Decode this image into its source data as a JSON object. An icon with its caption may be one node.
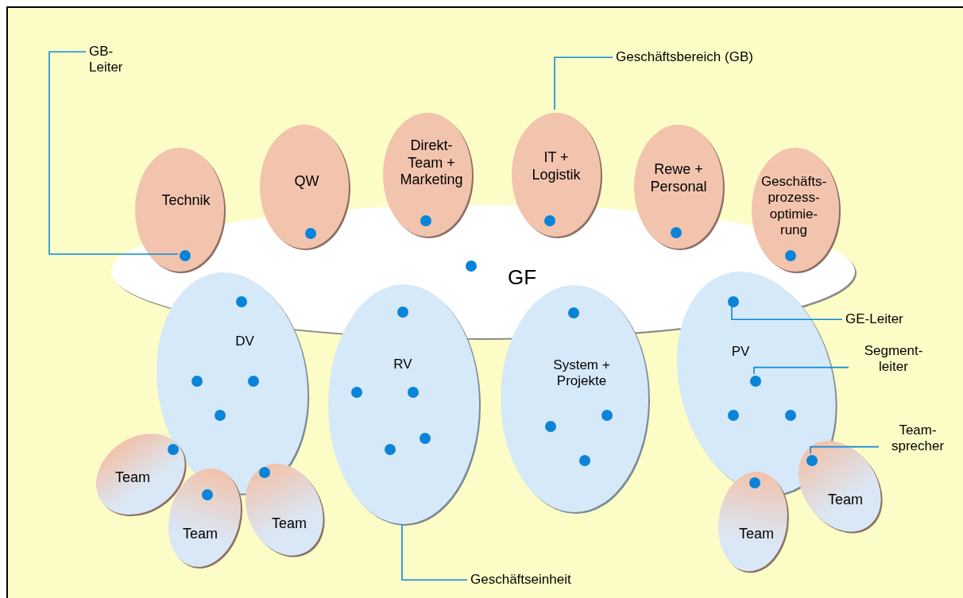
{
  "diagram": {
    "nodes": [
      {
        "text": [
          "GF"
        ]
      },
      {
        "text": [
          "Technik"
        ]
      },
      {
        "text": [
          "QW"
        ]
      },
      {
        "text": [
          "Direkt- Team + Marketing"
        ]
      },
      {
        "text": [
          "IT + Logistik"
        ]
      },
      {
        "text": [
          "Rewe + Personal"
        ]
      },
      {
        "text": [
          "Geschäfts- prozess- optimie- rung"
        ]
      },
      {
        "text": [
          "DV"
        ]
      },
      {
        "text": [
          "RV"
        ]
      },
      {
        "text": [
          "System + Projekte"
        ]
      },
      {
        "text": [
          "PV"
        ]
      },
      {
        "text": [
          "Team"
        ]
      },
      {
        "text": [
          "Team"
        ]
      },
      {
        "text": [
          "Team"
        ]
      },
      {
        "text": [
          "Team"
        ]
      },
      {
        "text": [
          "Team"
        ]
      },
      {
        "text": [
          "GB- Leiter"
        ]
      },
      {
        "text": [
          "Geschäftsbereich (GB)"
        ]
      },
      {
        "text": [
          "GE-Leiter"
        ]
      },
      {
        "text": [
          "Segment- leiter"
        ]
      },
      {
        "text": [
          "Team- sprecher"
        ]
      },
      {
        "text": [
          "Geschäftseinheit"
        ]
      },
      {
        "text": [],
        "shape": "circle"
      },
      {
        "text": [],
        "shape": "circle"
      },
      {
        "text": [],
        "shape": "circle"
      },
      {
        "text": [],
        "shape": "circle"
      },
      {
        "text": [],
        "shape": "circle"
      },
      {
        "text": [],
        "shape": "circle"
      },
      {
        "text": [],
        "shape": "circle",
        "in": 0
      },
      {
        "text": [],
        "shape": "circle"
      },
      {
        "text": [],
        "shape": "circle",
        "in": 7
      },
      {
        "text": [],
        "shape": "circle",
        "in": 7
      },
      {
        "text": [],
        "shape": "circle",
        "in": 7
      },
      {
        "text": [],
        "shape": "circle"
      },
      {
        "text": [],
        "shape": "circle",
        "in": 8
      },
      {
        "text": [],
        "shape": "circle",
        "in": 8
      },
      {
        "text": [],
        "shape": "circle",
        "in": 8
      },
      {
        "text": [],
        "shape": "circle",
        "in": 8
      },
      {
        "text": [],
        "shape": "circle"
      },
      {
        "text": [],
        "shape": "circle",
        "in": 9
      },
      {
        "text": [],
        "shape": "circle",
        "in": 9
      },
      {
        "text": [],
        "shape": "circle",
        "in": 9
      },
      {
        "text": [],
        "shape": "circle"
      },
      {
        "text": [],
        "shape": "circle",
        "in": 10
      },
      {
        "text": [],
        "shape": "circle",
        "in": 10
      },
      {
        "text": [],
        "shape": "circle",
        "in": 10
      },
      {
        "text": [],
        "shape": "circle",
        "in": 11
      },
      {
        "text": [],
        "shape": "circle",
        "in": 12
      },
      {
        "text": [],
        "shape": "circle"
      },
      {
        "text": [],
        "shape": "circle"
      },
      {
        "text": [],
        "shape": "circle"
      }
    ],
    "edges": [
      {
        "from": 16,
        "to": 22,
        "arrow": "none"
      },
      {
        "from": 17,
        "to": 4,
        "arrow": "none"
      },
      {
        "from": 18,
        "to": 42,
        "arrow": "none"
      },
      {
        "from": 19,
        "to": 43,
        "arrow": "none"
      },
      {
        "from": 20,
        "to": 50,
        "arrow": "none"
      },
      {
        "from": 21,
        "to": 8,
        "arrow": "none"
      }
    ]
  }
}
